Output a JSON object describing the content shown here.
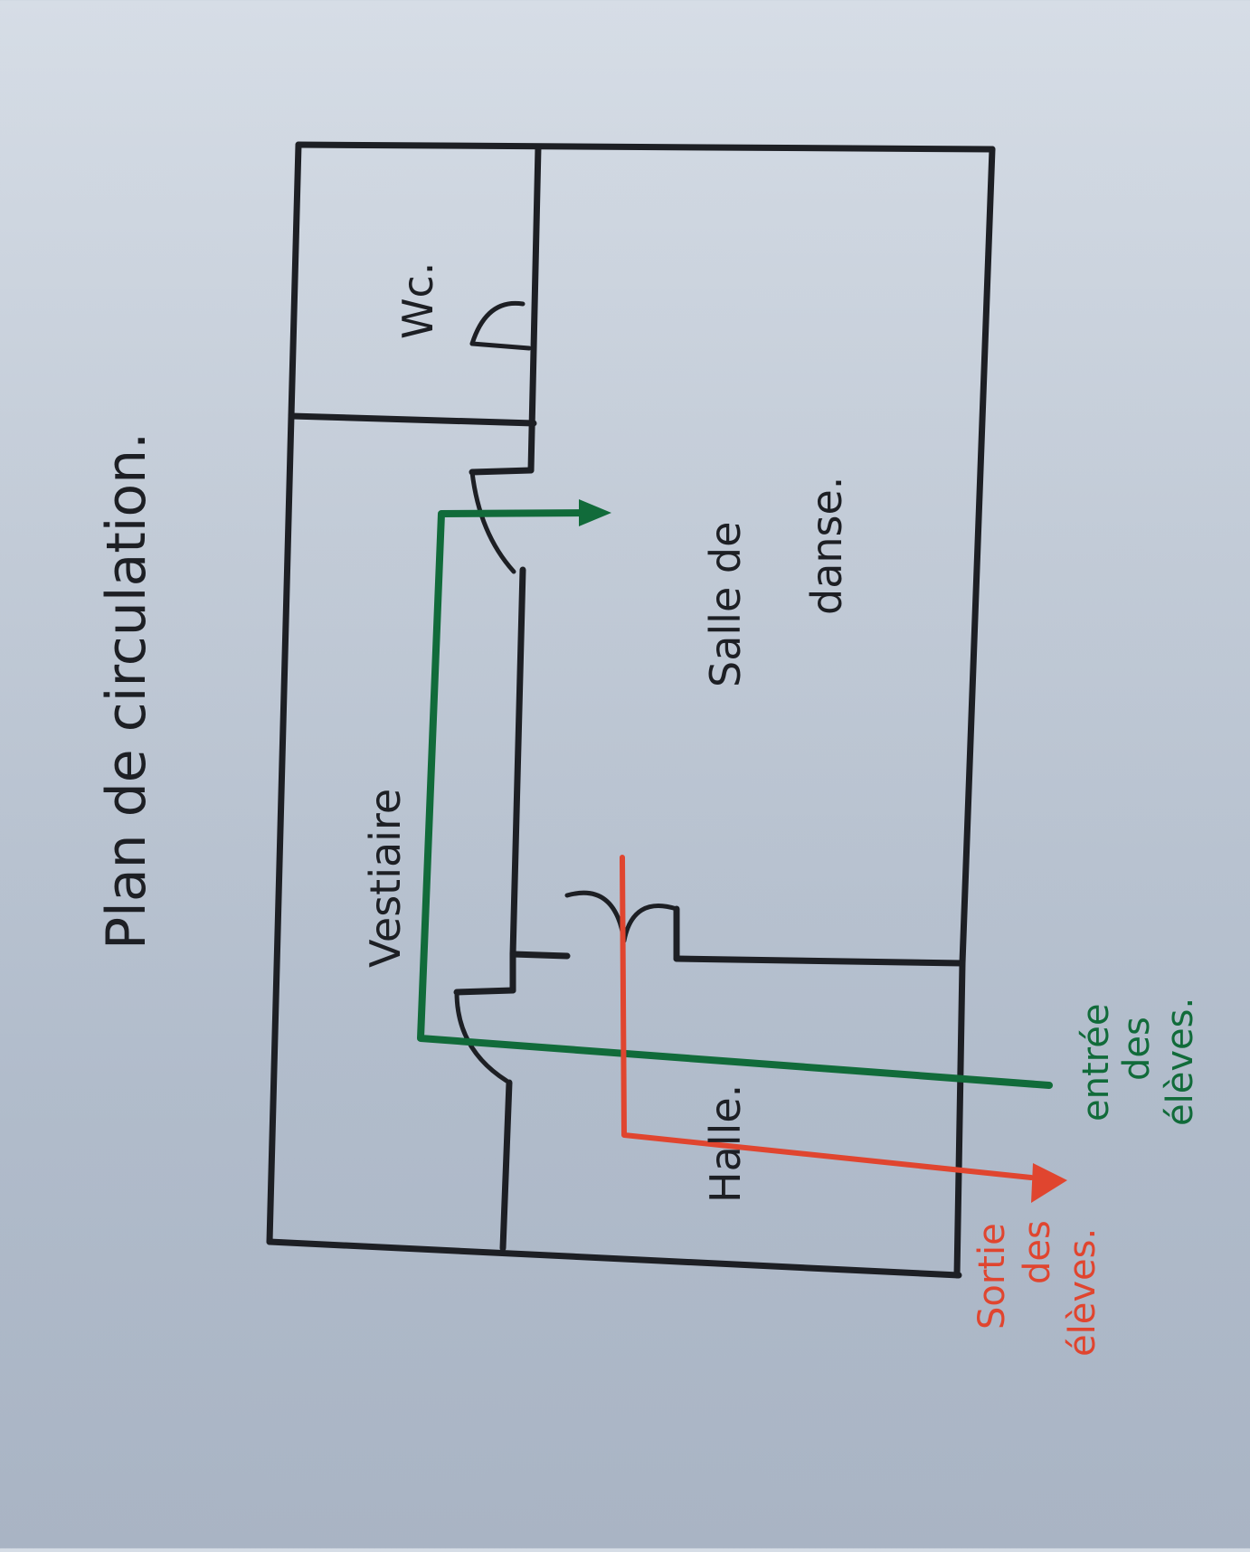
{
  "title": "Plan de circulation.",
  "rooms": {
    "wc": "Wc.",
    "vestiaire": "Vestiaire",
    "hall": "Halle.",
    "salle_line1": "Salle de",
    "salle_line2": "danse."
  },
  "legend": {
    "entree": [
      "entrée",
      "des",
      "élèves."
    ],
    "sortie": [
      "Sortie",
      "des",
      "élèves."
    ]
  },
  "colors": {
    "ink": "#1d1f24",
    "entree_path": "#116b3a",
    "sortie_path": "#e0452f"
  }
}
